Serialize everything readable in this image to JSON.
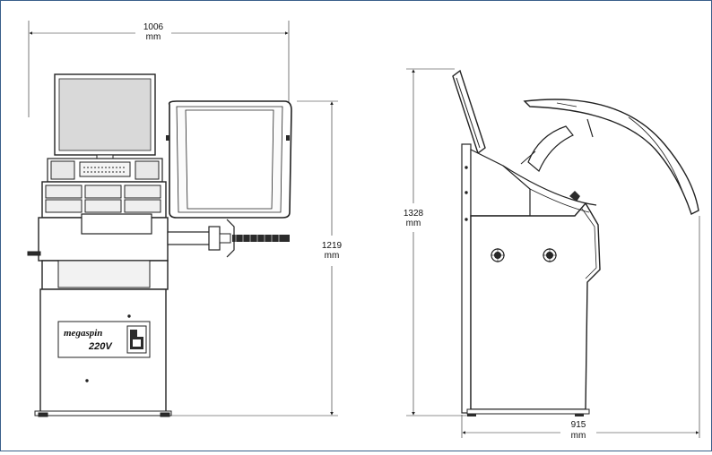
{
  "dimensions": {
    "width": {
      "value": "1006",
      "unit": "mm"
    },
    "front_height": {
      "value": "1219",
      "unit": "mm"
    },
    "side_height": {
      "value": "1328",
      "unit": "mm"
    },
    "depth": {
      "value": "915",
      "unit": "mm"
    }
  },
  "product": {
    "name": "megaspin",
    "model": "220V"
  },
  "colors": {
    "frame_border": "#3a5f8a",
    "line": "#222222",
    "screen": "#d9d9d9",
    "dark_fill": "#2b2b2b"
  }
}
